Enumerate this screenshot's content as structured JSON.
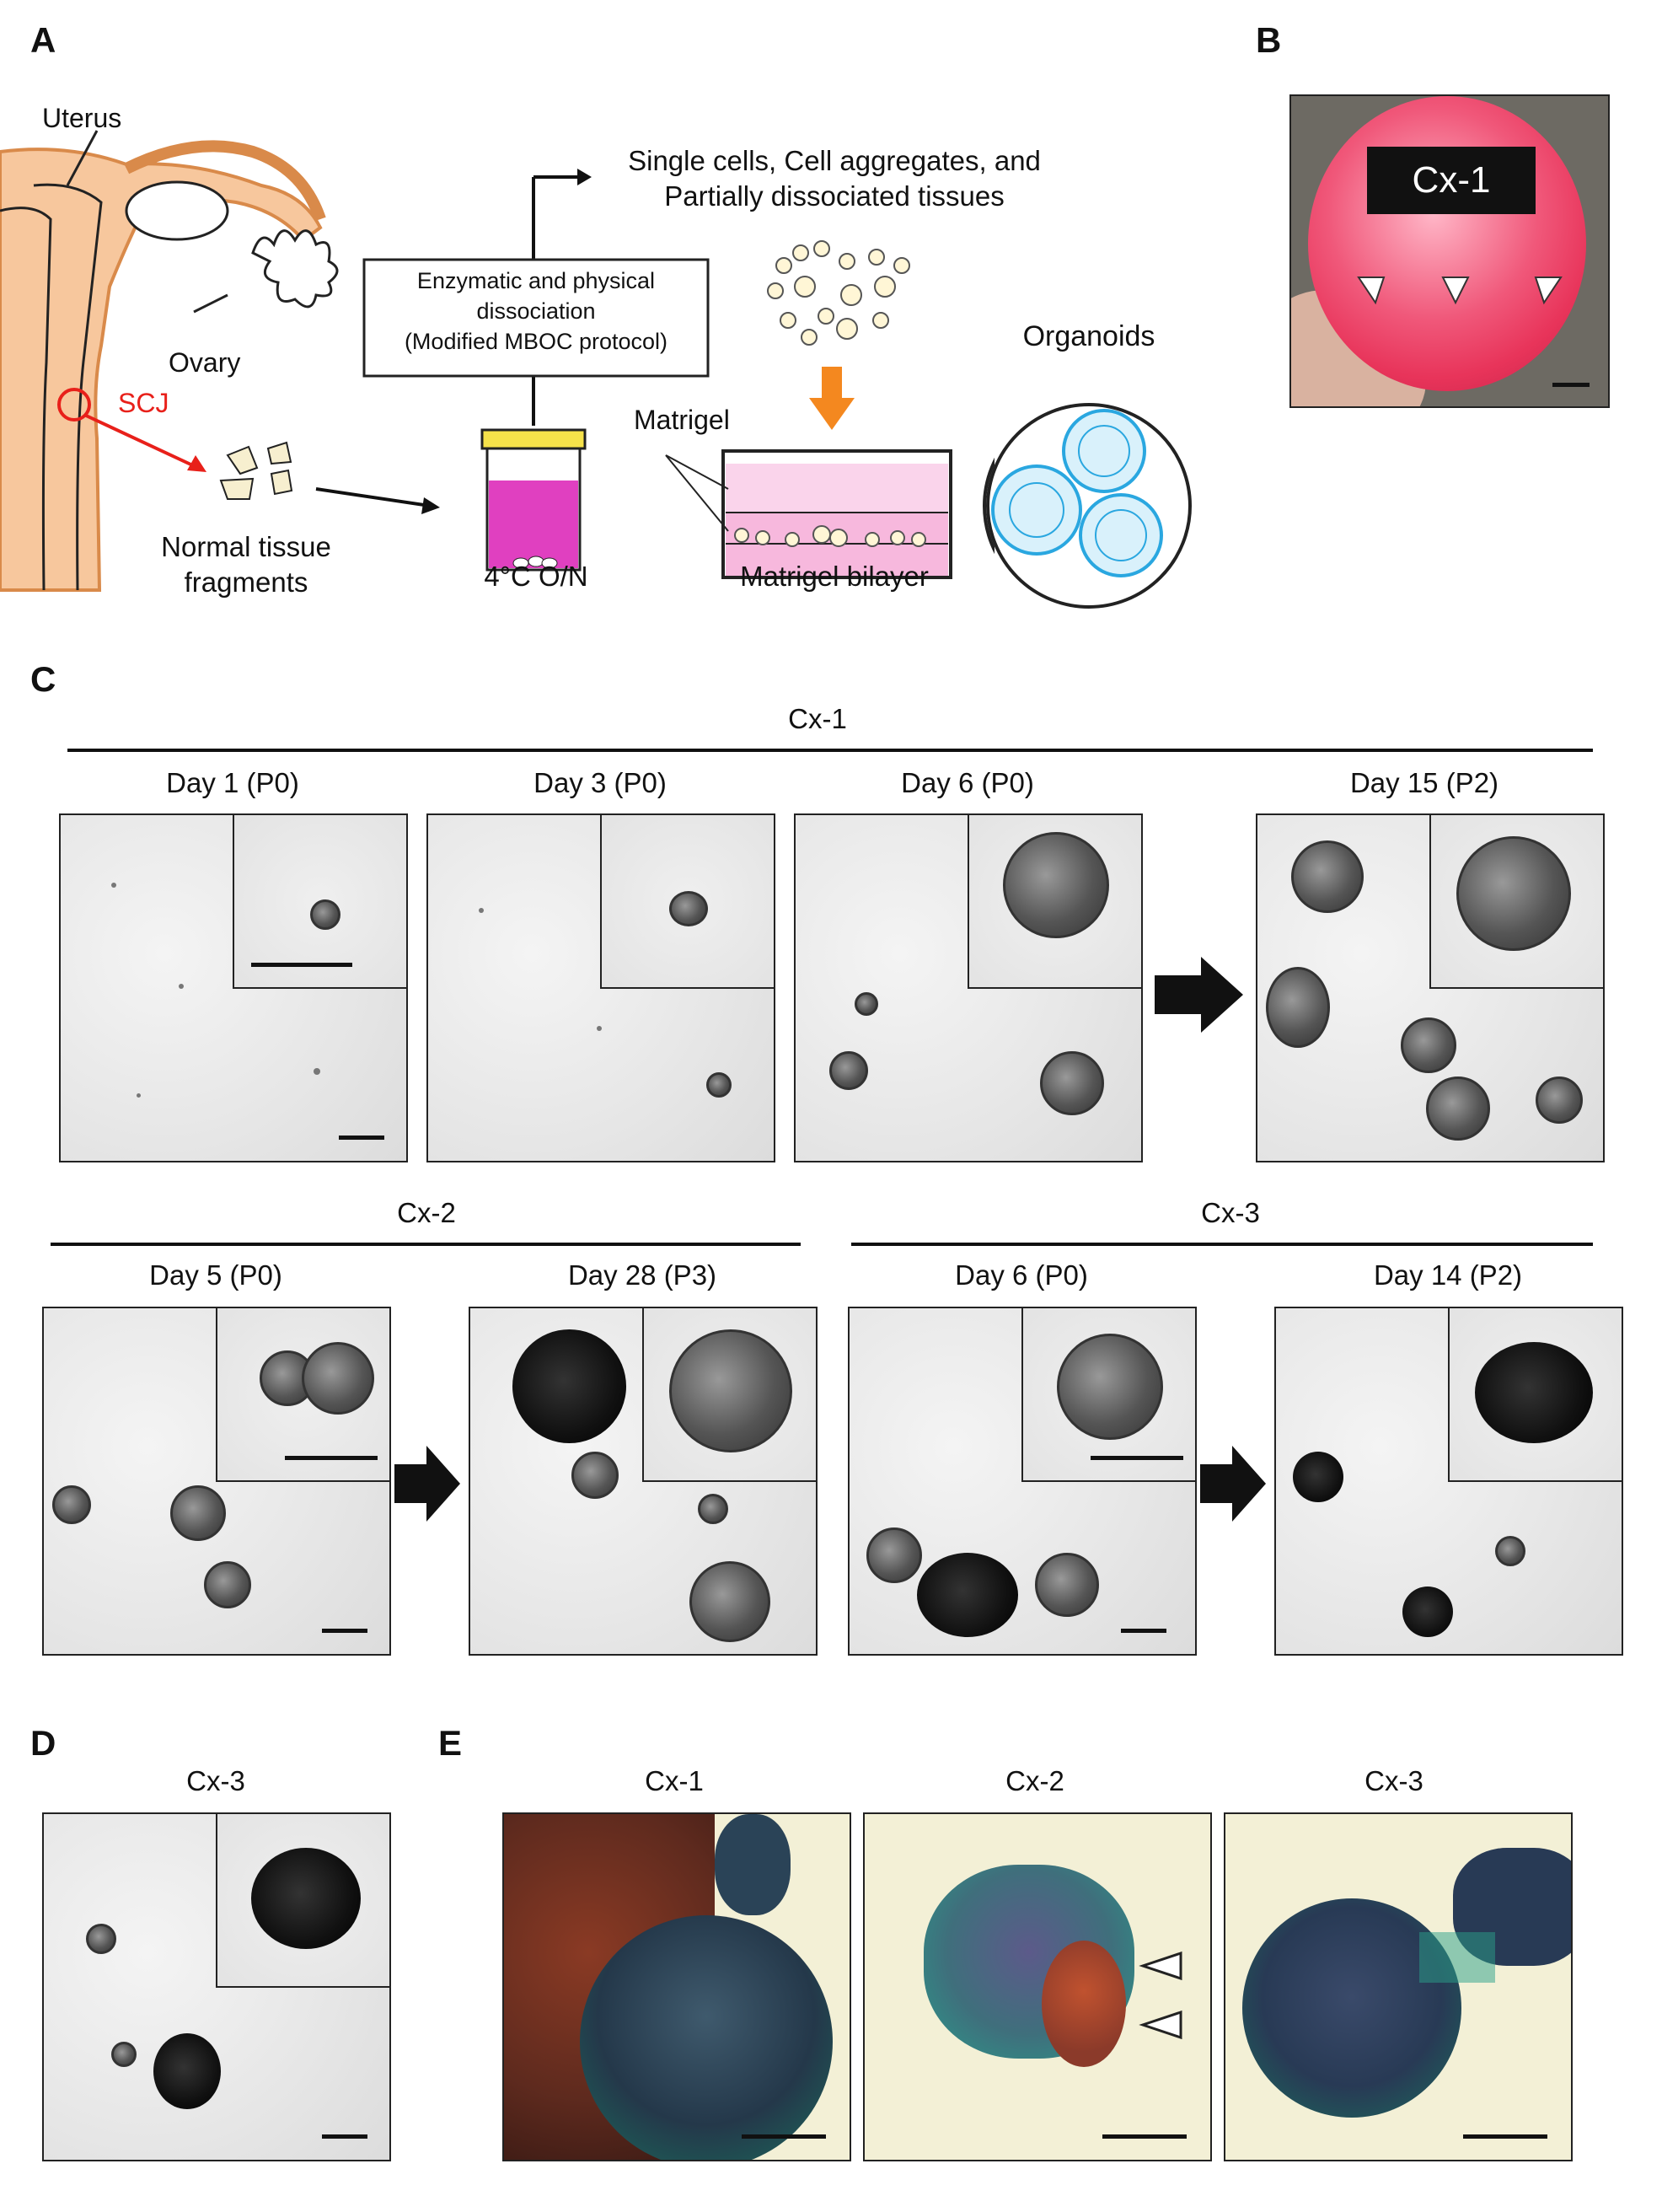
{
  "panels": {
    "A": "A",
    "B": "B",
    "C": "C",
    "D": "D",
    "E": "E"
  },
  "panelA": {
    "uterus": "Uterus",
    "ovary": "Ovary",
    "scj": "SCJ",
    "tissue_line1": "Normal tissue",
    "tissue_line2": "fragments",
    "box_line1": "Enzymatic and physical",
    "box_line2": "dissociation",
    "box_line3": "(Modified MBOC protocol)",
    "single_line1": "Single cells, Cell aggregates, and",
    "single_line2": "Partially dissociated tissues",
    "tube_label": "4°C O/N",
    "matrigel": "Matrigel",
    "bilayer": "Matrigel bilayer",
    "organoids": "Organoids"
  },
  "panelB": {
    "label": "Cx-1"
  },
  "panelC": {
    "cx1": "Cx-1",
    "cx2": "Cx-2",
    "cx3": "Cx-3",
    "images": [
      {
        "label": "Day 1 (P0)"
      },
      {
        "label": "Day 3 (P0)"
      },
      {
        "label": "Day 6 (P0)"
      },
      {
        "label": "Day 15 (P2)"
      },
      {
        "label": "Day 5 (P0)"
      },
      {
        "label": "Day 28 (P3)"
      },
      {
        "label": "Day 6 (P0)"
      },
      {
        "label": "Day 14 (P2)"
      }
    ]
  },
  "panelD": {
    "label": "Cx-3"
  },
  "panelE": {
    "labels": [
      "Cx-1",
      "Cx-2",
      "Cx-3"
    ]
  },
  "colors": {
    "scj_red": "#e8201a",
    "uterus_fill": "#f7c79d",
    "uterus_stroke": "#d98a4a",
    "tube_pink": "#e040c0",
    "matrigel_pink": "#f7b8dd",
    "organoid_blue": "#2aa7e0",
    "arrow_orange": "#f4881f",
    "dish_red": "#e8345a"
  }
}
